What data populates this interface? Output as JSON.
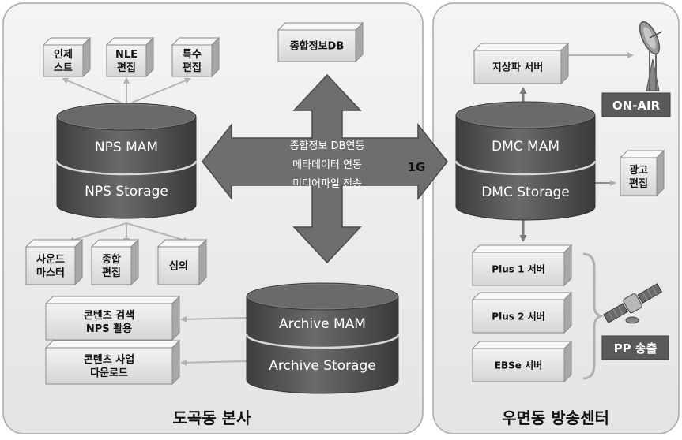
{
  "regions": {
    "left_title": "도곡동 본사",
    "right_title": "우면동 방송센터"
  },
  "hq": {
    "top_boxes": [
      {
        "lines": [
          "인제",
          "스트"
        ]
      },
      {
        "lines": [
          "NLE",
          "편집"
        ]
      },
      {
        "lines": [
          "특수",
          "편집"
        ]
      }
    ],
    "nps_mam": "NPS MAM",
    "nps_storage": "NPS Storage",
    "bottom_boxes": [
      {
        "lines": [
          "사운드",
          "마스터"
        ]
      },
      {
        "lines": [
          "종합",
          "편집"
        ]
      },
      {
        "lines": [
          "심의"
        ]
      }
    ],
    "wide_boxes": [
      {
        "lines": [
          "콘텐츠 검색",
          "NPS 활용"
        ]
      },
      {
        "lines": [
          "콘텐츠 사업",
          "다운로드"
        ]
      }
    ],
    "archive_mam": "Archive MAM",
    "archive_storage": "Archive Storage"
  },
  "center": {
    "db_box": "종합정보DB",
    "arrow_lines": [
      "종합정보 DB연동",
      "메타데이터 연동",
      "미디어파일 전송"
    ],
    "link_label": "1G"
  },
  "broadcast": {
    "terrestrial_server": "지상파 서버",
    "on_air": "ON-AIR",
    "dmc_mam": "DMC MAM",
    "dmc_storage": "DMC Storage",
    "ad_box": {
      "lines": [
        "광고",
        "편집"
      ]
    },
    "pp_servers": [
      "Plus 1 서버",
      "Plus 2 서버",
      "EBSe 서버"
    ],
    "pp_label": "PP 송출"
  },
  "colors": {
    "panel_bg": "#ebebeb",
    "cylinder_dark": "#585858",
    "arrow_fill": "#6e6e6e",
    "box_front": "#e6e6e6",
    "connector": "#b4b4b4"
  }
}
